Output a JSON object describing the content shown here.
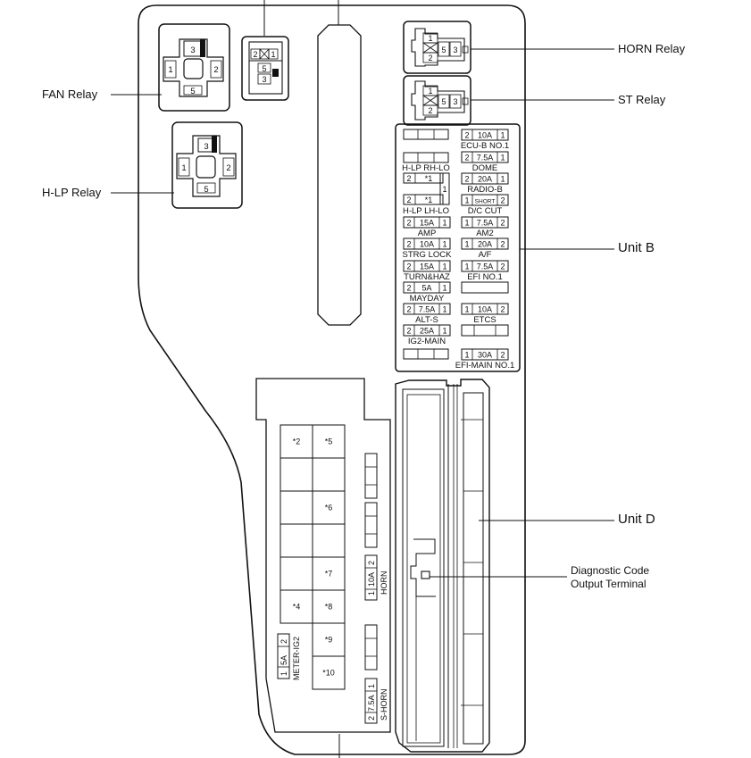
{
  "callouts": {
    "horn_relay": "HORN Relay",
    "st_relay": "ST Relay",
    "fan_relay": "FAN Relay",
    "hlp_relay": "H-LP Relay",
    "unit_b": "Unit B",
    "unit_d": "Unit D",
    "diag_line1": "Diagnostic Code",
    "diag_line2": "Output Terminal"
  },
  "relay_pins": {
    "fan": [
      "3",
      "1",
      "2",
      "5"
    ],
    "small": [
      "2",
      "1",
      "5",
      "3"
    ],
    "hlp": [
      "3",
      "1",
      "2",
      "5"
    ],
    "horn": [
      "1",
      "2",
      "5",
      "3"
    ],
    "st": [
      "1",
      "2",
      "5",
      "3"
    ]
  },
  "unit_b": {
    "fuses": [
      {
        "p1": "2",
        "amp": "10A",
        "p2": "1",
        "name": "ECU-B NO.1"
      },
      {
        "p1": "2",
        "amp": "7.5A",
        "p2": "1",
        "name": "DOME"
      },
      {
        "p1": "2",
        "amp": "20A",
        "p2": "1",
        "name": "RADIO-B"
      },
      {
        "p1": "1",
        "amp": "SHORT",
        "p2": "2",
        "name": "D/C CUT"
      },
      {
        "p1": "1",
        "amp": "7.5A",
        "p2": "2",
        "name": "AM2"
      },
      {
        "p1": "1",
        "amp": "20A",
        "p2": "2",
        "name": "A/F"
      },
      {
        "p1": "1",
        "amp": "7.5A",
        "p2": "2",
        "name": "EFI NO.1"
      },
      {
        "p1": "1",
        "amp": "10A",
        "p2": "2",
        "name": "ETCS"
      },
      {
        "p1": "1",
        "amp": "30A",
        "p2": "2",
        "name": "EFI-MAIN NO.1"
      },
      {
        "p1": "2",
        "amp": "15A",
        "p2": "1",
        "name": "AMP"
      },
      {
        "p1": "2",
        "amp": "10A",
        "p2": "1",
        "name": "STRG LOCK"
      },
      {
        "p1": "2",
        "amp": "15A",
        "p2": "1",
        "name": "TURN&HAZ"
      },
      {
        "p1": "2",
        "amp": "5A",
        "p2": "1",
        "name": "MAYDAY"
      },
      {
        "p1": "2",
        "amp": "7.5A",
        "p2": "1",
        "name": "ALT-S"
      },
      {
        "p1": "2",
        "amp": "25A",
        "p2": "1",
        "name": "IG2-MAIN"
      }
    ],
    "hlp_rh_lo": "H-LP RH-LO",
    "hlp_lh_lo": "H-LP LH-LO",
    "star_fuse": {
      "p": "2",
      "code": "*1"
    },
    "star_fuse_b": {
      "p": "2",
      "code": "*1"
    },
    "shared_pin": "1"
  },
  "lower": {
    "cells": [
      "*2",
      "*5",
      "*6",
      "*7",
      "*4",
      "*8",
      "*9",
      "*10"
    ],
    "horn_fuse": {
      "p1": "1",
      "amp": "10A",
      "p2": "2",
      "name": "HORN"
    },
    "shorn_fuse": {
      "p1": "2",
      "amp": "7.5A",
      "p2": "1",
      "name": "S-HORN"
    },
    "meter_fuse": {
      "p1": "1",
      "amp": "5A",
      "p2": "2",
      "name": "METER-IG2"
    }
  }
}
